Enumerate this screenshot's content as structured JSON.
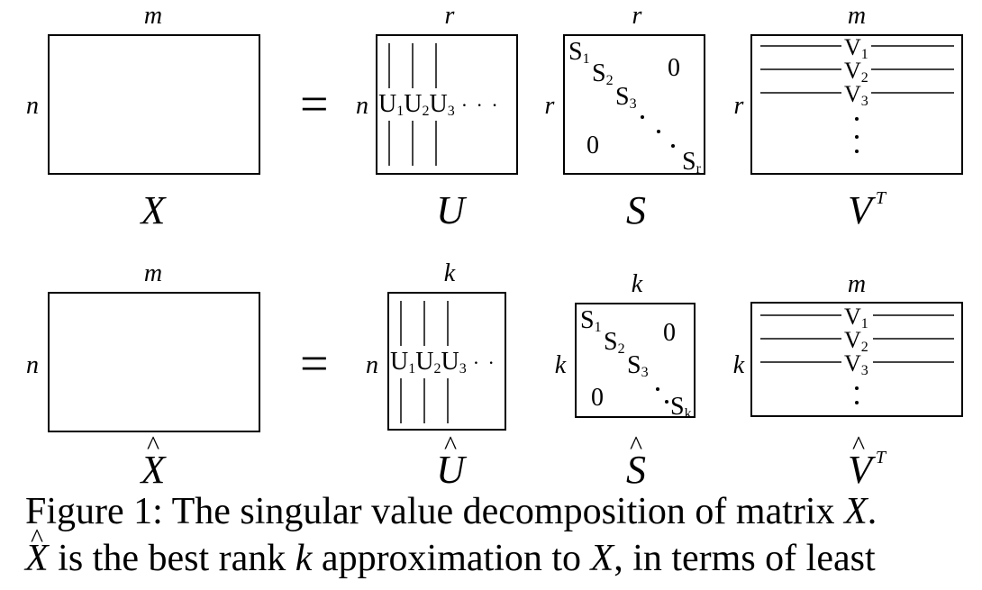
{
  "figure": {
    "rows": [
      {
        "id": "full",
        "equals": "=",
        "matrices": [
          {
            "key": "X",
            "name": "X",
            "hat": false,
            "sup": "",
            "top_dim": "m",
            "left_dim": "n",
            "kind": "blank"
          },
          {
            "key": "U",
            "name": "U",
            "hat": false,
            "sup": "",
            "top_dim": "r",
            "left_dim": "n",
            "kind": "columns",
            "entries": [
              "U",
              "U",
              "U"
            ],
            "subs": [
              "1",
              "2",
              "3"
            ],
            "ellipsis": "· · ·"
          },
          {
            "key": "S",
            "name": "S",
            "hat": false,
            "sup": "",
            "top_dim": "r",
            "left_dim": "r",
            "kind": "diagonal",
            "entries": [
              "S",
              "S",
              "S"
            ],
            "subs": [
              "1",
              "2",
              "3"
            ],
            "last": "S",
            "last_sub": "r",
            "zero": "0"
          },
          {
            "key": "VT",
            "name": "V",
            "hat": false,
            "sup": "T",
            "top_dim": "m",
            "left_dim": "r",
            "kind": "rows",
            "entries": [
              "V",
              "V",
              "V"
            ],
            "subs": [
              "1",
              "2",
              "3"
            ]
          }
        ]
      },
      {
        "id": "truncated",
        "equals": "=",
        "matrices": [
          {
            "key": "Xhat",
            "name": "X",
            "hat": true,
            "sup": "",
            "top_dim": "m",
            "left_dim": "n",
            "kind": "blank"
          },
          {
            "key": "Uhat",
            "name": "U",
            "hat": true,
            "sup": "",
            "top_dim": "k",
            "left_dim": "n",
            "kind": "columns",
            "entries": [
              "U",
              "U",
              "U"
            ],
            "subs": [
              "1",
              "2",
              "3"
            ],
            "ellipsis": "· ·"
          },
          {
            "key": "Shat",
            "name": "S",
            "hat": true,
            "sup": "",
            "top_dim": "k",
            "left_dim": "k",
            "kind": "diagonal",
            "entries": [
              "S",
              "S",
              "S"
            ],
            "subs": [
              "1",
              "2",
              "3"
            ],
            "last": "S",
            "last_sub": "k",
            "zero": "0"
          },
          {
            "key": "VThat",
            "name": "V",
            "hat": true,
            "sup": "T",
            "top_dim": "m",
            "left_dim": "k",
            "kind": "rows",
            "entries": [
              "V",
              "V",
              "V"
            ],
            "subs": [
              "1",
              "2",
              "3"
            ]
          }
        ]
      }
    ],
    "hat_glyph": "^"
  },
  "caption": {
    "line1_prefix": "Figure 1: The singular value decomposition of matrix ",
    "line1_var": "X",
    "line1_suffix": ".",
    "line2_var": "X",
    "line2_text_a": " is the best rank ",
    "line2_var_k": "k",
    "line2_text_b": " approximation to ",
    "line2_var_x": "X",
    "line2_text_c": ", in terms of least"
  }
}
